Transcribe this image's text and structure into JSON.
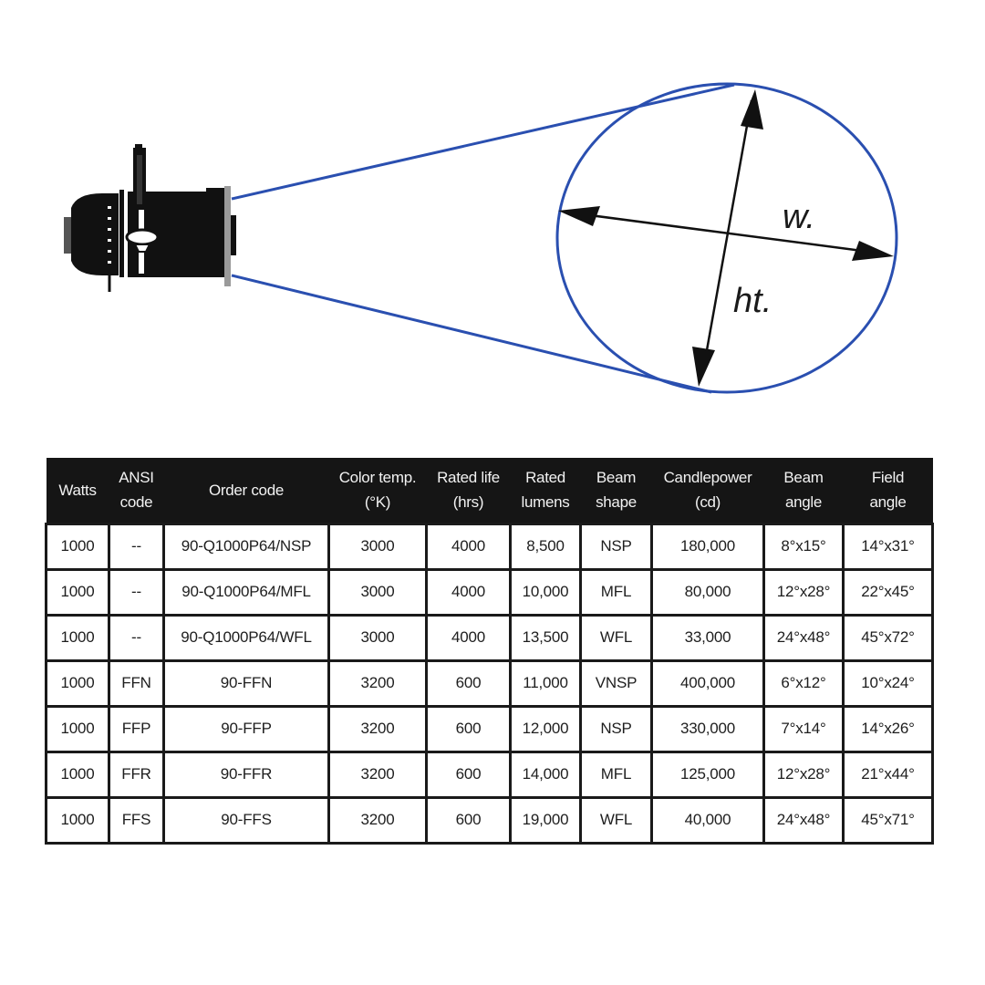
{
  "diagram": {
    "width_label": "w.",
    "height_label": "ht."
  },
  "colors": {
    "beam_outline": "#2a4fb0",
    "header_bg": "#151515",
    "header_text": "#f2f2f2",
    "fixture": "#111111"
  },
  "icons": [
    "spotlight-fixture-icon",
    "width-arrow-icon",
    "height-arrow-icon"
  ],
  "table": {
    "headers": [
      [
        "Watts"
      ],
      [
        "ANSI",
        "code"
      ],
      [
        "Order code"
      ],
      [
        "Color temp.",
        "(°K)"
      ],
      [
        "Rated life",
        "(hrs)"
      ],
      [
        "Rated",
        "lumens"
      ],
      [
        "Beam",
        "shape"
      ],
      [
        "Candlepower",
        "(cd)"
      ],
      [
        "Beam",
        "angle"
      ],
      [
        "Field",
        "angle"
      ]
    ],
    "rows": [
      [
        "1000",
        "--",
        "90-Q1000P64/NSP",
        "3000",
        "4000",
        "8,500",
        "NSP",
        "180,000",
        "8°x15°",
        "14°x31°"
      ],
      [
        "1000",
        "--",
        "90-Q1000P64/MFL",
        "3000",
        "4000",
        "10,000",
        "MFL",
        "80,000",
        "12°x28°",
        "22°x45°"
      ],
      [
        "1000",
        "--",
        "90-Q1000P64/WFL",
        "3000",
        "4000",
        "13,500",
        "WFL",
        "33,000",
        "24°x48°",
        "45°x72°"
      ],
      [
        "1000",
        "FFN",
        "90-FFN",
        "3200",
        "600",
        "11,000",
        "VNSP",
        "400,000",
        "6°x12°",
        "10°x24°"
      ],
      [
        "1000",
        "FFP",
        "90-FFP",
        "3200",
        "600",
        "12,000",
        "NSP",
        "330,000",
        "7°x14°",
        "14°x26°"
      ],
      [
        "1000",
        "FFR",
        "90-FFR",
        "3200",
        "600",
        "14,000",
        "MFL",
        "125,000",
        "12°x28°",
        "21°x44°"
      ],
      [
        "1000",
        "FFS",
        "90-FFS",
        "3200",
        "600",
        "19,000",
        "WFL",
        "40,000",
        "24°x48°",
        "45°x71°"
      ]
    ]
  }
}
